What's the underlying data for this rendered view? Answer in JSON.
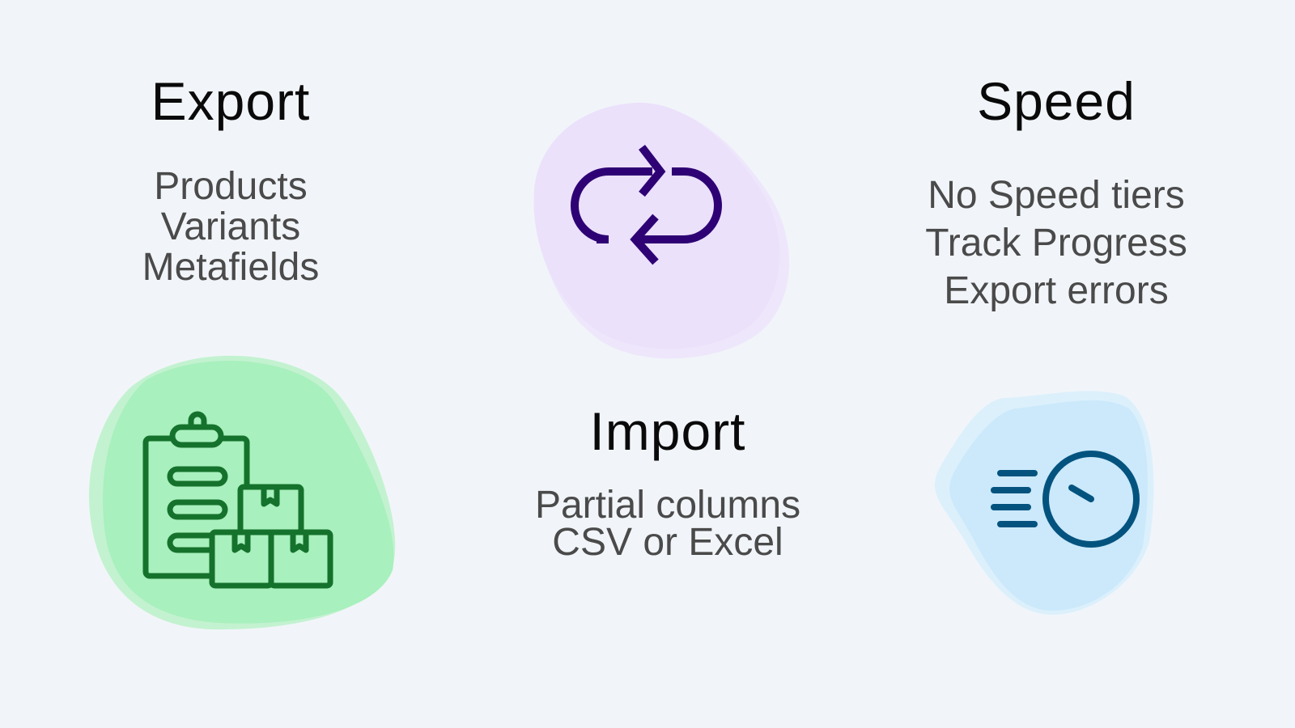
{
  "export": {
    "title": "Export",
    "items": [
      "Products",
      "Variants",
      "Metafields"
    ]
  },
  "speed": {
    "title": "Speed",
    "items": [
      "No Speed tiers",
      "Track Progress",
      "Export errors"
    ]
  },
  "import": {
    "title": "Import",
    "items": [
      "Partial columns",
      "CSV or Excel"
    ]
  },
  "icons": {
    "sync": "sync-arrows-icon",
    "inventory": "clipboard-boxes-icon",
    "speed": "fast-clock-icon"
  },
  "colors": {
    "background": "#f1f5f9",
    "purple_blob": "#ebe1fb",
    "purple_icon": "#2e0274",
    "green_blob": "#a8f0bd",
    "green_icon": "#15722c",
    "blue_blob": "#cbe9fb",
    "blue_icon": "#04537f"
  }
}
